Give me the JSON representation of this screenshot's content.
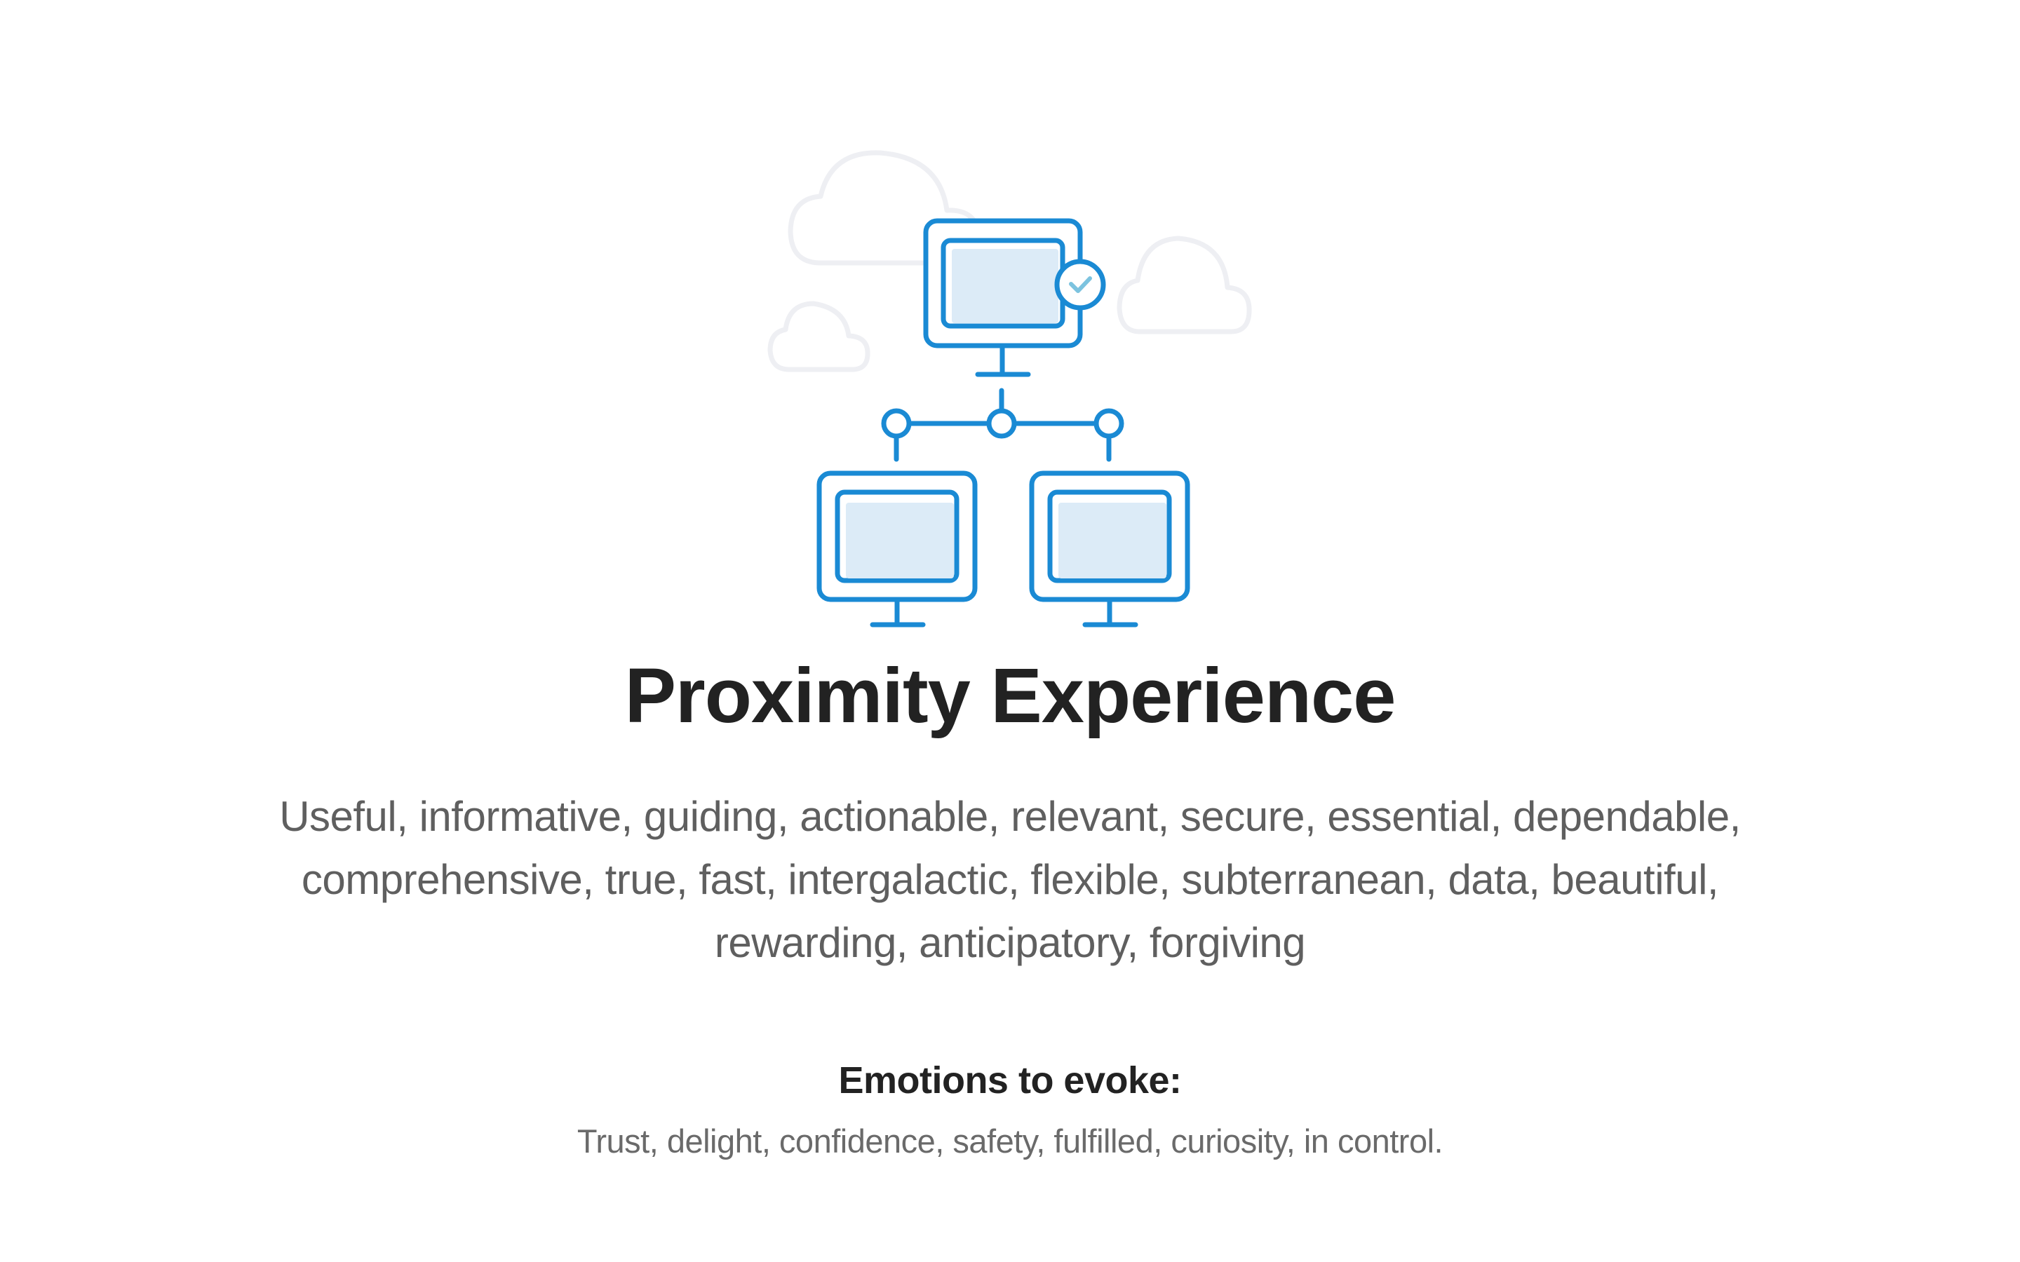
{
  "colors": {
    "accent": "#1a8ad4",
    "screen_fill": "#dcebf7",
    "check": "#7cc3df",
    "cloud": "#eeeff3",
    "title": "#222222",
    "body_text": "#5f5f5f"
  },
  "illustration": {
    "icons": [
      "network-monitors-illustration",
      "cloud-icon",
      "check-badge-icon",
      "monitor-icon"
    ]
  },
  "section": {
    "title": "Proximity Experience",
    "description_lines": [
      "Useful, informative, guiding, actionable, relevant, secure, essential, dependable,",
      "comprehensive, true, fast, intergalactic, flexible, subterranean, data, beautiful,",
      "rewarding, anticipatory, forgiving"
    ],
    "emotions_heading": "Emotions to evoke:",
    "emotions_list": "Trust, delight, confidence, safety, fulfilled, curiosity, in control."
  }
}
